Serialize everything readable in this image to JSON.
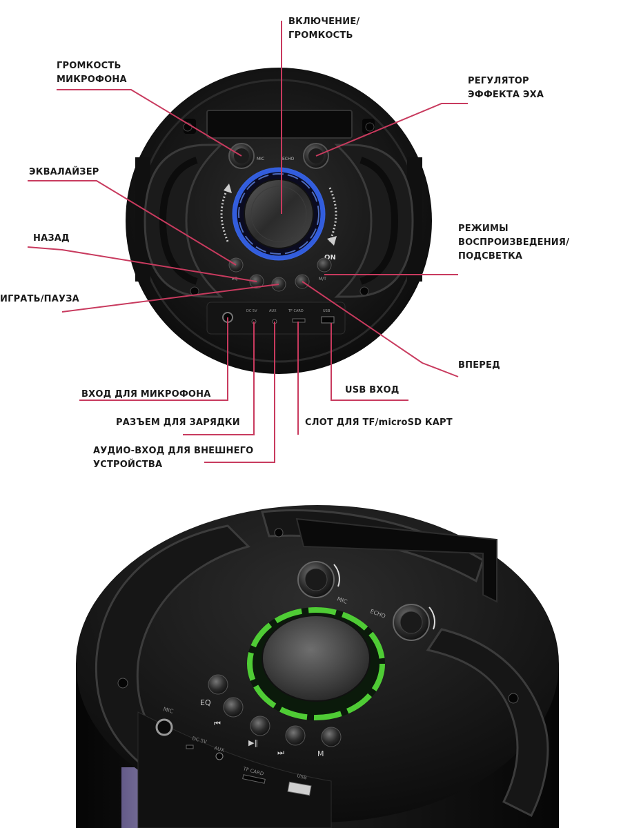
{
  "diagram": {
    "labels": {
      "power_volume": "ВКЛЮЧЕНИЕ/\nГРОМКОСТЬ",
      "mic_volume": "ГРОМКОСТЬ\nМИКРОФОНА",
      "echo_control": "РЕГУЛЯТОР\nЭФФЕКТА ЭХА",
      "equalizer": "ЭКВАЛАЙЗЕР",
      "back": "НАЗАД",
      "play_pause": "ИГРАТЬ/ПАУЗА",
      "modes_backlight": "РЕЖИМЫ\nВОСПРОИЗВЕДЕНИЯ/\nПОДСВЕТКА",
      "forward": "ВПЕРЕД",
      "mic_input": "ВХОД ДЛЯ МИКРОФОНА",
      "usb_input": "USB ВХОД",
      "charging_port": "РАЗЪЕМ ДЛЯ ЗАРЯДКИ",
      "tf_slot": "СЛОТ ДЛЯ TF/microSD КАРТ",
      "aux_input": "АУДИО-ВХОД ДЛЯ ВНЕШНЕГО\nУСТРОЙСТВА"
    },
    "device_markings": {
      "mic": "MIC",
      "echo": "ECHO",
      "on": "ON",
      "eq": "EQ",
      "m": "M/T",
      "dc": "DC 5V",
      "aux": "AUX",
      "tf": "TF CARD",
      "usb": "USB"
    }
  },
  "photo": {
    "markings": {
      "eq": "EQ",
      "m": "M",
      "mic": "MIC",
      "echo": "ECHO",
      "dc": "DC 5V",
      "aux": "AUX",
      "tf": "TF CARD",
      "usb": "USB"
    }
  },
  "colors": {
    "callout_line": "#c83a5e",
    "top_ring_light": "#3a6cff",
    "bottom_ring_light": "#57e03a",
    "speaker_body": "#151515"
  }
}
